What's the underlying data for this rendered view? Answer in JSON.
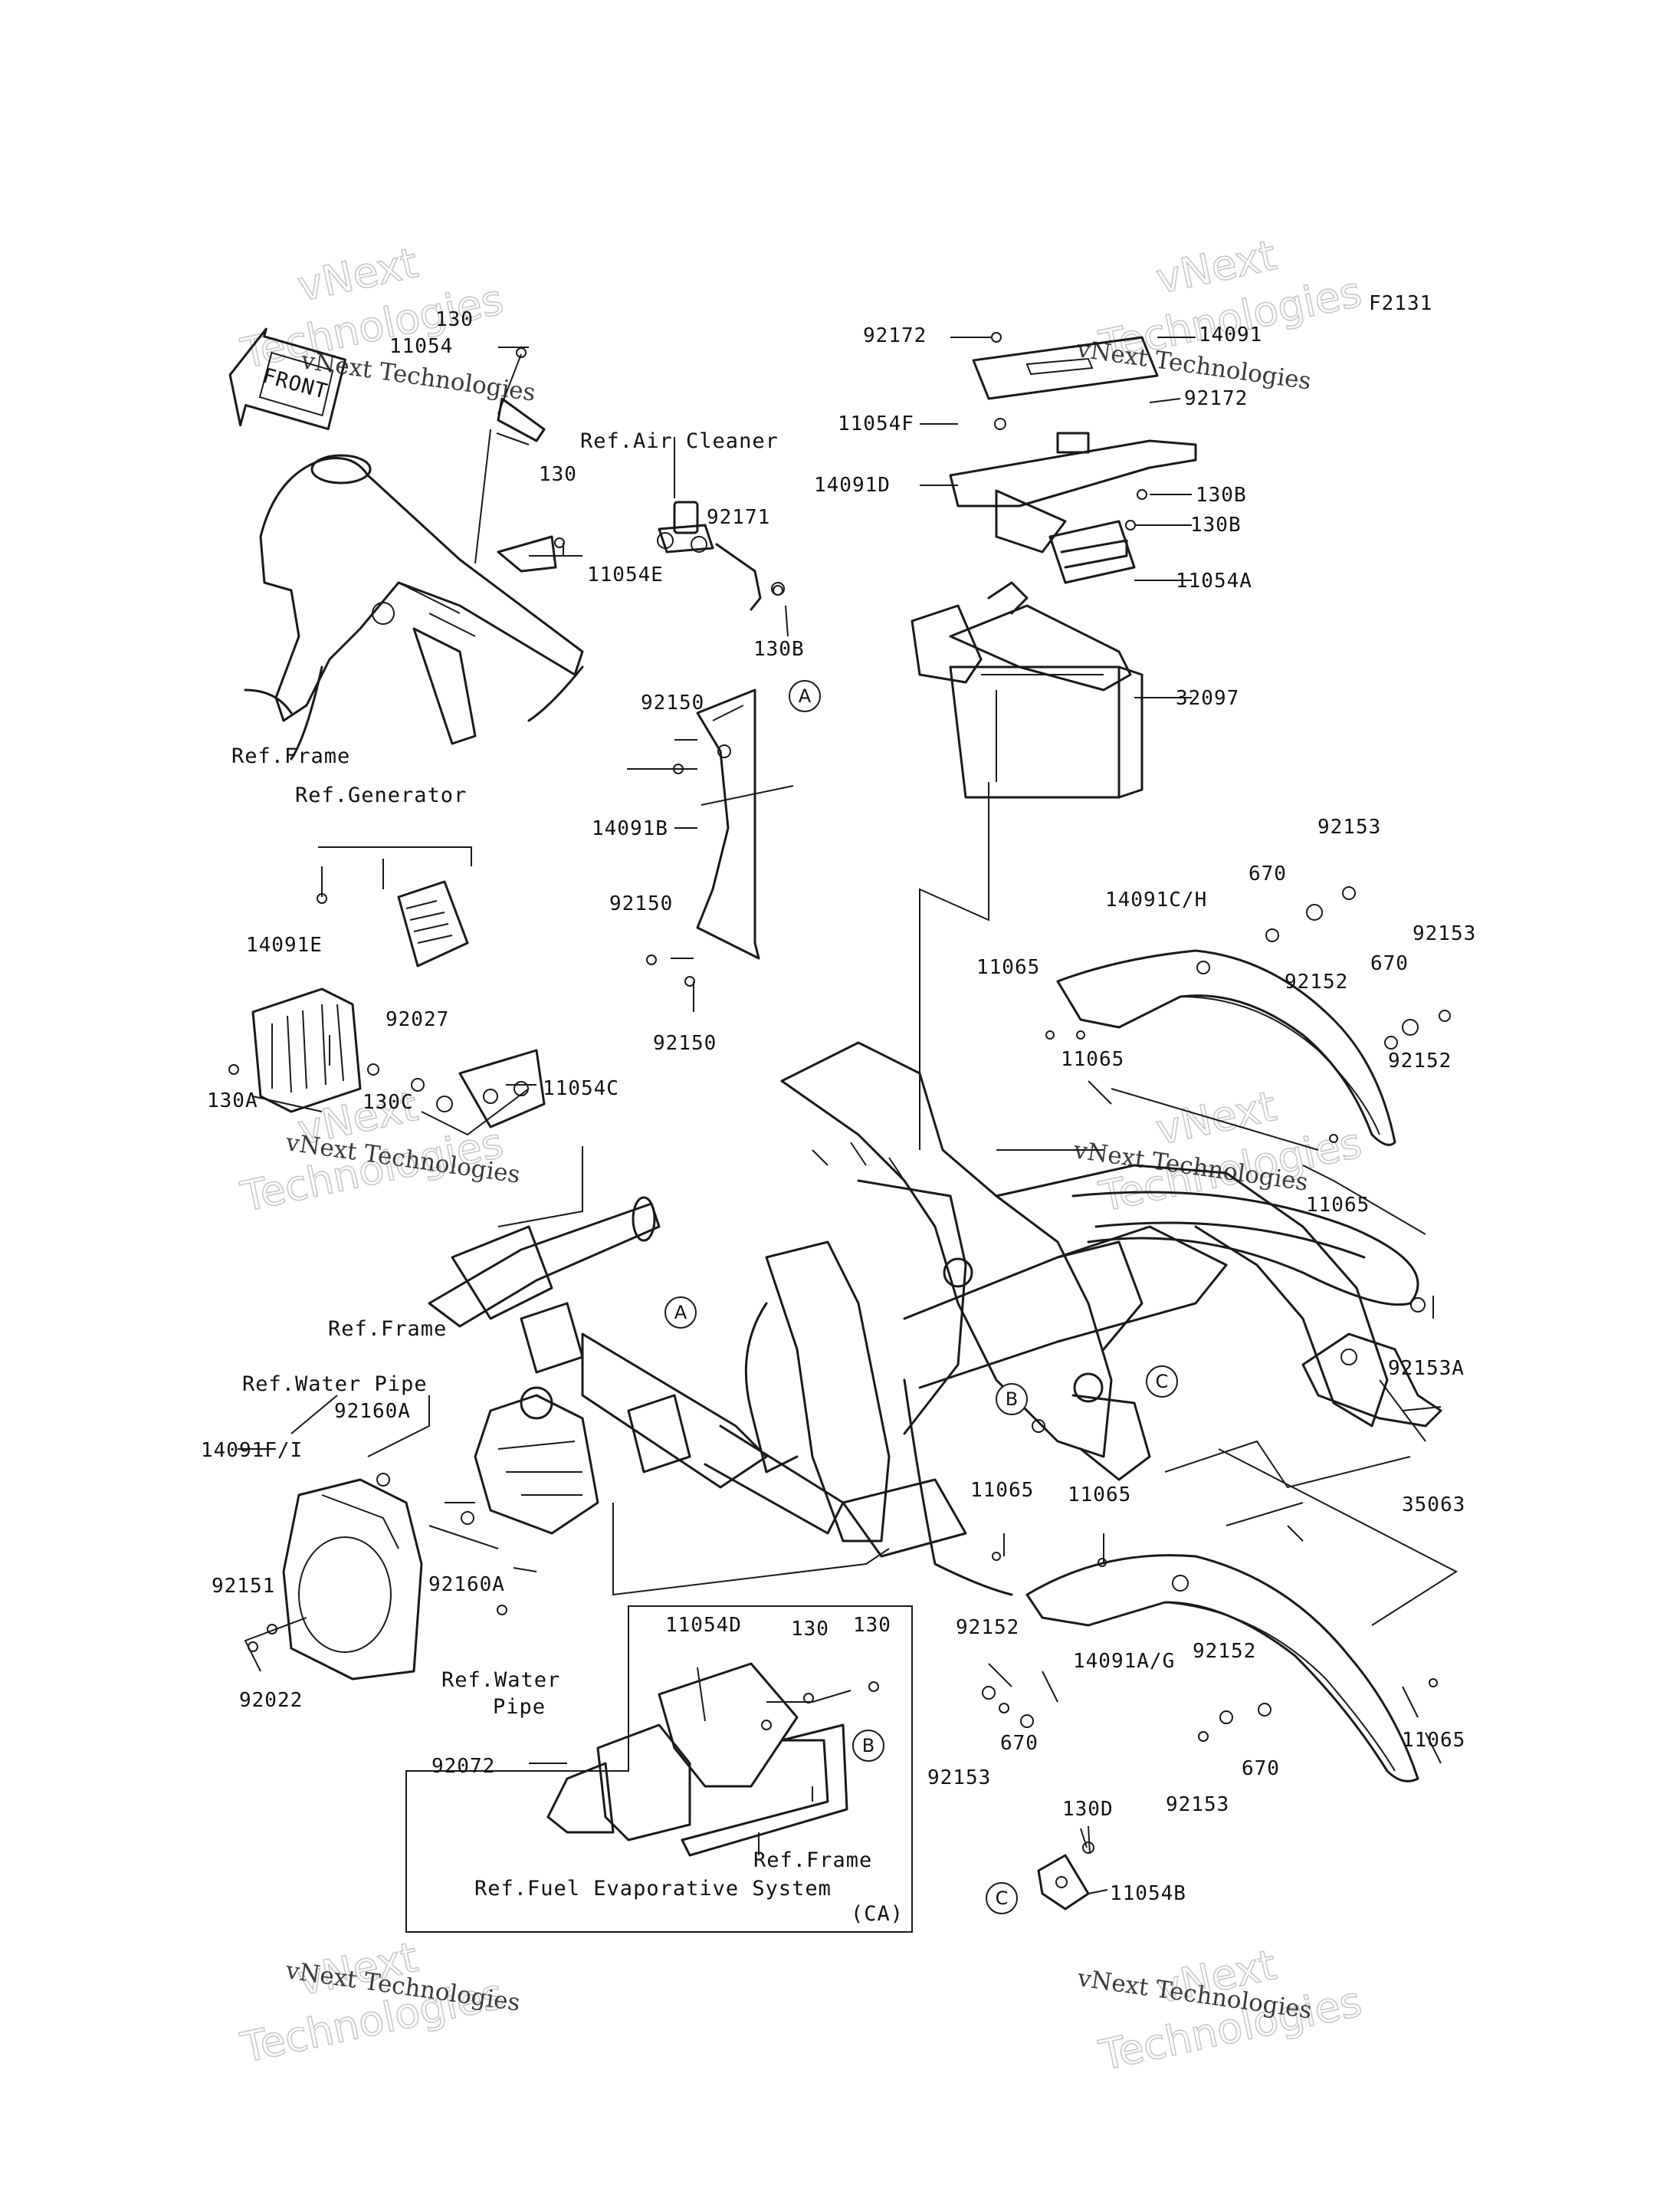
{
  "diagram_code": "F2131",
  "front_sign": "FRONT",
  "watermark": {
    "line1": "vNext Technologies",
    "line2": "Technologies",
    "badge": "vNext"
  },
  "refs": {
    "air_cleaner": "Ref.Air Cleaner",
    "frame_top": "Ref.Frame",
    "generator": "Ref.Generator",
    "frame_mid": "Ref.Frame",
    "water_pipe_top": "Ref.Water Pipe",
    "water_pipe_bottom_1": "Ref.Water",
    "water_pipe_bottom_2": "Pipe",
    "frame_box": "Ref.Frame",
    "fuel_evap": "Ref.Fuel Evaporative System",
    "ca": "(CA)"
  },
  "markers": {
    "a": "A",
    "b": "B",
    "c": "C"
  },
  "parts": {
    "p130_tl": "130",
    "p11054_tl": "11054",
    "p130_b": "130",
    "p11054E": "11054E",
    "p92171": "92171",
    "p130B_mid": "130B",
    "p92172_a": "92172",
    "p14091": "14091",
    "p11054F": "11054F",
    "p92172_b": "92172",
    "p14091D": "14091D",
    "p130B_1": "130B",
    "p130B_2": "130B",
    "p11054A": "11054A",
    "p32097": "32097",
    "p92150_a": "92150",
    "p14091B": "14091B",
    "p92150_b": "92150",
    "p92150_c": "92150",
    "p92153_a": "92153",
    "p670_a": "670",
    "p14091CH": "14091C/H",
    "p92153_b": "92153",
    "p11065_a": "11065",
    "p92152_a": "92152",
    "p670_b": "670",
    "p11065_b": "11065",
    "p92152_b": "92152",
    "p11065_c": "11065",
    "p14091E": "14091E",
    "p92027": "92027",
    "p11054C": "11054C",
    "p130A": "130A",
    "p130C": "130C",
    "p92153A": "92153A",
    "p35063": "35063",
    "p92160A_a": "92160A",
    "p14091FI": "14091F/I",
    "p92160A_b": "92160A",
    "p92151": "92151",
    "p92022": "92022",
    "p11065_d": "11065",
    "p11065_e": "11065",
    "p92152_c": "92152",
    "p14091AG": "14091A/G",
    "p92152_d": "92152",
    "p670_c": "670",
    "p670_d": "670",
    "p92153_c": "92153",
    "p92153_d": "92153",
    "p11065_f": "11065",
    "p11054D": "11054D",
    "p130_c": "130",
    "p130_d": "130",
    "p92072": "92072",
    "p130D": "130D",
    "p11054B": "11054B"
  }
}
